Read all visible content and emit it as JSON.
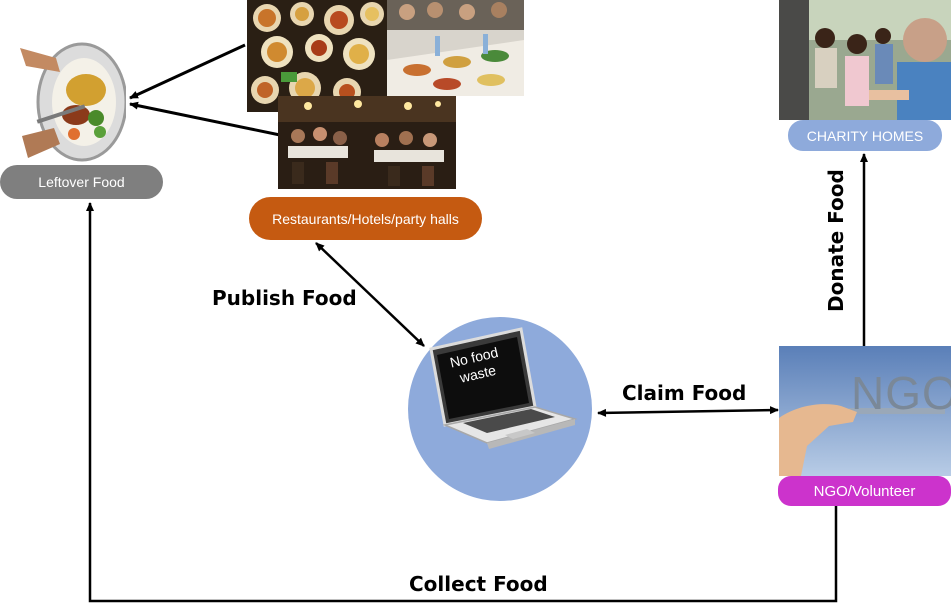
{
  "nodes": {
    "leftover": {
      "label": "Leftover Food",
      "color": "#7f7f7f"
    },
    "restaurants": {
      "label": "Restaurants/Hotels/party halls",
      "color": "#c55a11"
    },
    "charity": {
      "label": "CHARITY HOMES",
      "color": "#8eaadb"
    },
    "ngo": {
      "label": "NGO/Volunteer",
      "color": "#cc33cc"
    },
    "app": {
      "screen_text": "No food waste",
      "circle_color": "#8eaadb"
    }
  },
  "ngo_sign": {
    "text": "NGO"
  },
  "edges": {
    "publish": "Publish Food",
    "claim": "Claim Food",
    "donate": "Donate Food",
    "collect": "Collect Food"
  }
}
